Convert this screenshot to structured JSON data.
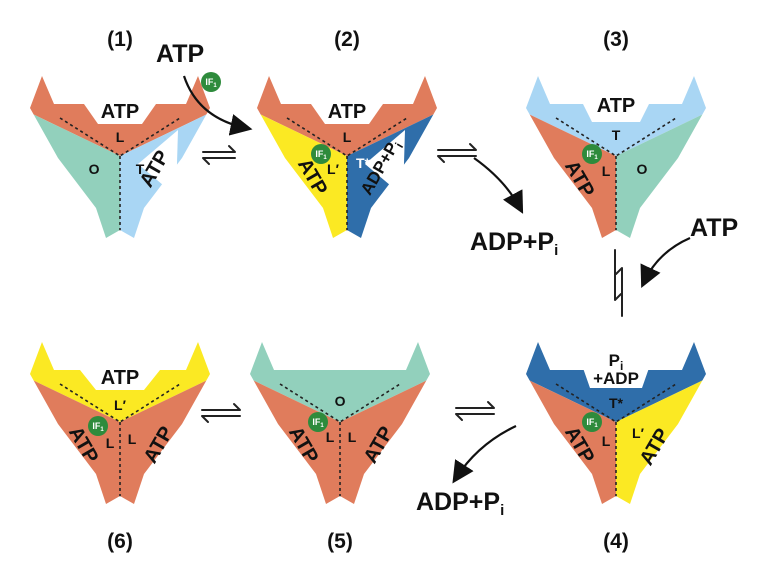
{
  "colors": {
    "L": "#e07c5c",
    "L_prime": "#fbe923",
    "O": "#92d0bc",
    "T": "#a9d6f4",
    "T_star": "#2f6eaa",
    "inhibitor": "#2e8b3c",
    "arrows": "#111111"
  },
  "inhibitor_label": "IF",
  "inhibitor_subscript": "1",
  "steps": [
    {
      "number": "(1)",
      "top_text": "ATP",
      "left_text": "",
      "right_text": "ATP",
      "center_letters": [
        "L",
        "O",
        "T"
      ],
      "inhibitor_bound": false
    },
    {
      "number": "(2)",
      "top_text": "ATP",
      "left_text": "ATP",
      "right_text": "ADP+Pi",
      "center_letters": [
        "L",
        "L′",
        "T*"
      ],
      "inhibitor_bound": true
    },
    {
      "number": "(3)",
      "top_text": "ATP",
      "left_text": "ATP",
      "right_text": "",
      "center_letters": [
        "T",
        "L",
        "O"
      ],
      "inhibitor_bound": true
    },
    {
      "number": "(4)",
      "top_text": "Pi +ADP",
      "left_text": "ATP",
      "right_text": "ATP",
      "center_letters": [
        "T*",
        "L",
        "L′"
      ],
      "inhibitor_bound": true
    },
    {
      "number": "(5)",
      "top_text": "",
      "left_text": "ATP",
      "right_text": "ATP",
      "center_letters": [
        "O",
        "L",
        "L"
      ],
      "inhibitor_bound": true
    },
    {
      "number": "(6)",
      "top_text": "ATP",
      "left_text": "ATP",
      "right_text": "ATP",
      "center_letters": [
        "L′",
        "L",
        "L"
      ],
      "inhibitor_bound": true
    }
  ],
  "labels": {
    "atp_input_1": "ATP",
    "adp_release_2": "ADP+Pi",
    "atp_input_3": "ATP",
    "adp_release_4": "ADP+Pi"
  }
}
